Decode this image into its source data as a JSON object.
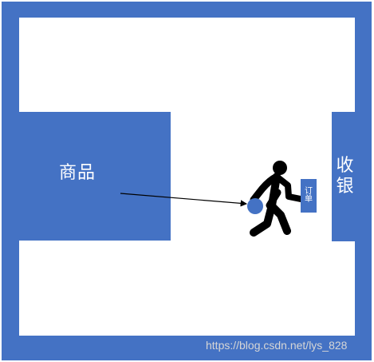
{
  "labels": {
    "goods": "商品",
    "checkout": "收银",
    "order": "订单"
  },
  "watermark": "https://blog.csdn.net/lys_828",
  "colors": {
    "wall": "#4472c4",
    "floor": "#ffffff",
    "figure": "#000000",
    "basket_ball": "#4472c4",
    "arrow": "#000000",
    "watermark_text": "#d6d6d6"
  },
  "icons": {
    "shopper": "walking-person-icon",
    "cart_item": "circle-ball-icon",
    "arrow": "right-arrow-icon"
  }
}
